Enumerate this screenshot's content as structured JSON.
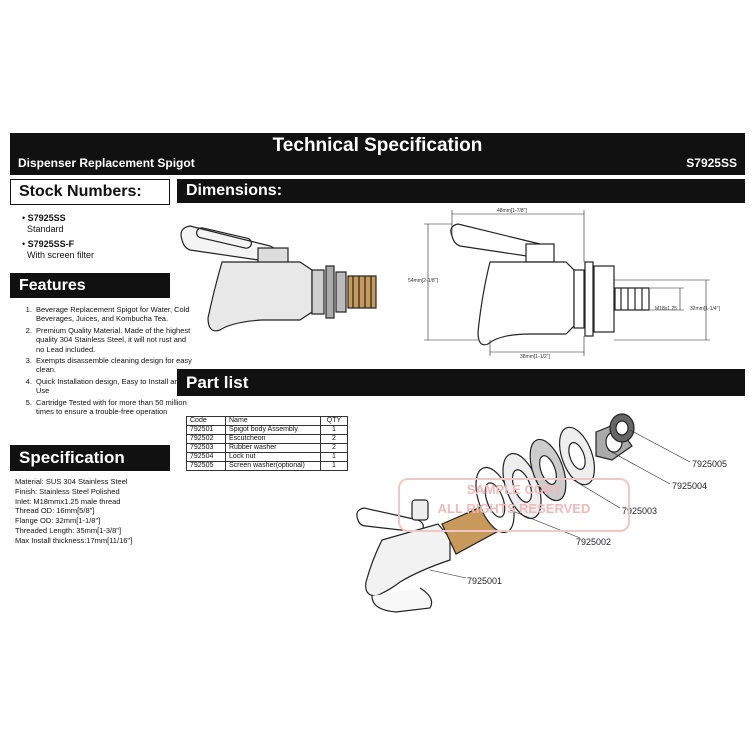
{
  "header": {
    "title": "Technical Specification",
    "subtitle": "Dispenser Replacement Spigot",
    "model": "S7925SS"
  },
  "stock": {
    "heading": "Stock Numbers:",
    "items": [
      {
        "code": "S7925SS",
        "desc": "Standard"
      },
      {
        "code": "S7925SS-F",
        "desc": "With screen filter"
      }
    ]
  },
  "features": {
    "heading": "Features",
    "items": [
      "Beverage Replacement Spigot for Water, Cold Beverages, Juices, and Kombucha Tea.",
      "Premium Quality Material. Made of the highest quality 304 Stainless Steel, it will not rust and no Lead included.",
      "Exempts disassemble cleaning design for easy clean.",
      "Quick Installation design, Easy to Install and Use",
      "Cartridge Tested with for more than 50 million times to ensure a trouble-free operation"
    ]
  },
  "specification": {
    "heading": "Specification",
    "lines": [
      "Material: SUS 304 Stainless Steel",
      "Finish: Stainless Steel Polished",
      "Inlet: M18mmx1.25 male thread",
      "Thread OD: 16mm[5/8\"]",
      "Flange OD: 32mm[1-1/8\"]",
      "Threaded Length: 35mm[1-3/8\"]",
      "Max Install thickness:17mm[11/16\"]"
    ]
  },
  "dimensions": {
    "heading": "Dimensions:",
    "labels": {
      "top": "48mm[1-7/8\"]",
      "left": "54mm[2-1/8\"]",
      "thread": "M18x1.25",
      "right": "32mm[1-1/4\"]",
      "bottom": "38mm[1-1/2\"]"
    }
  },
  "partlist": {
    "heading": "Part list",
    "columns": [
      "Code",
      "Name",
      "QTY"
    ],
    "rows": [
      [
        "792501",
        "Spigot body Assembly",
        "1"
      ],
      [
        "792502",
        "Escutcheon",
        "2"
      ],
      [
        "792503",
        "Rubber washer",
        "2"
      ],
      [
        "792504",
        "Lock nut",
        "1"
      ],
      [
        "792505",
        "Screen washer(optional)",
        "1"
      ]
    ],
    "callouts": [
      "7925005",
      "7925004",
      "7925003",
      "7925002",
      "7925001"
    ]
  },
  "watermark": {
    "line1": "SAMPLE COPY",
    "line2": "ALL RIGHTS RESERVED"
  }
}
